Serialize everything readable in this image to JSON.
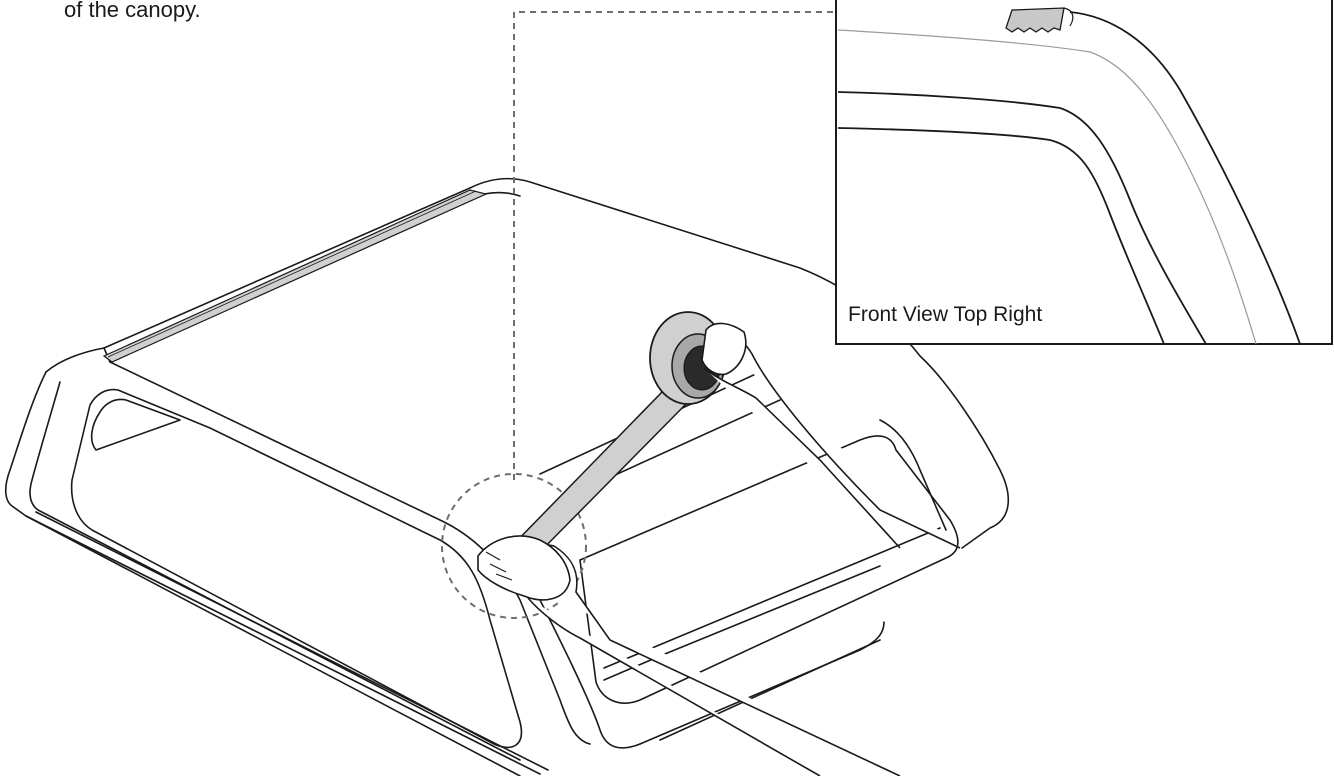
{
  "instruction": {
    "caption_fragment": "of the canopy."
  },
  "inset": {
    "label": "Front View Top Right"
  },
  "colors": {
    "line": "#1a1a1a",
    "tape": "#d0d0d0",
    "tape_dark": "#a8a8a8",
    "callout_dash": "#6e6e6e",
    "background": "#ffffff"
  },
  "icons": [
    "canopy-illustration",
    "tape-roll-icon",
    "hand-icon",
    "callout-circle"
  ]
}
